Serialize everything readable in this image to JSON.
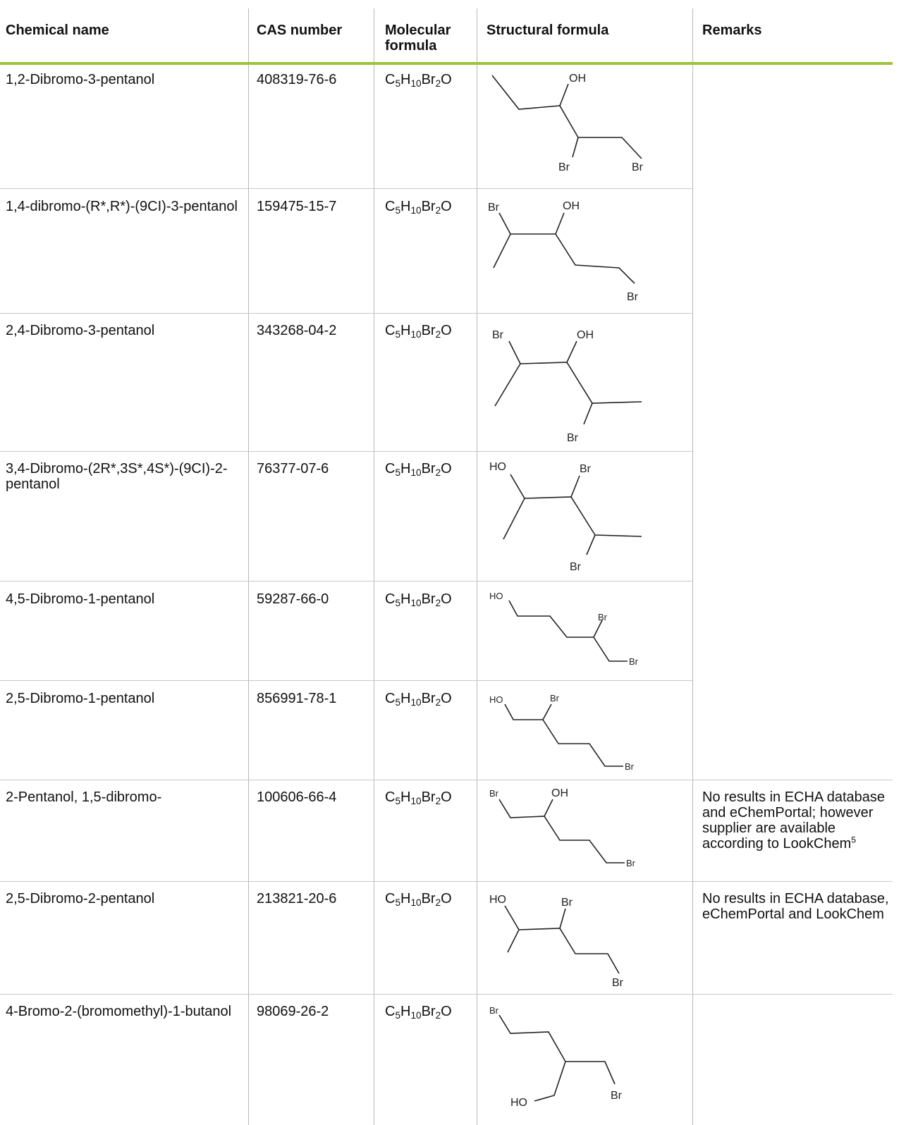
{
  "header": {
    "chemical_name": "Chemical name",
    "cas_number": "CAS number",
    "molecular_formula": "Molecular formula",
    "structural_formula": "Structural formula",
    "remarks": "Remarks"
  },
  "formula": {
    "c": "C",
    "c_sub": "5",
    "h": "H",
    "h_sub": "10",
    "br": "Br",
    "br_sub": "2",
    "o": "O"
  },
  "atoms": {
    "oh": "OH",
    "ho": "HO",
    "br": "Br"
  },
  "rows": [
    {
      "name": "1,2-Dibromo-3-pentanol",
      "cas": "408319-76-6",
      "remark": ""
    },
    {
      "name": "1,4-dibromo-(R*,R*)-(9CI)-3-pentanol",
      "cas": "159475-15-7",
      "remark": ""
    },
    {
      "name": "2,4-Dibromo-3-pentanol",
      "cas": "343268-04-2",
      "remark": ""
    },
    {
      "name": "3,4-Dibromo-(2R*,3S*,4S*)-(9CI)-2-pentanol",
      "cas": "76377-07-6",
      "remark": ""
    },
    {
      "name": "4,5-Dibromo-1-pentanol",
      "cas": "59287-66-0",
      "remark": ""
    },
    {
      "name": "2,5-Dibromo-1-pentanol",
      "cas": "856991-78-1",
      "remark": ""
    },
    {
      "name": "2-Pentanol, 1,5-dibromo-",
      "cas": "100606-66-4",
      "remark": "No results in ECHA database and eChemPortal; however supplier are available according to LookChem",
      "remark_sup": "5"
    },
    {
      "name": "2,5-Dibromo-2-pentanol",
      "cas": "213821-20-6",
      "remark": "No results in ECHA database, eChemPortal and LookChem"
    },
    {
      "name": "4-Bromo-2-(bromomethyl)-1-butanol",
      "cas": "98069-26-2",
      "remark": ""
    }
  ]
}
